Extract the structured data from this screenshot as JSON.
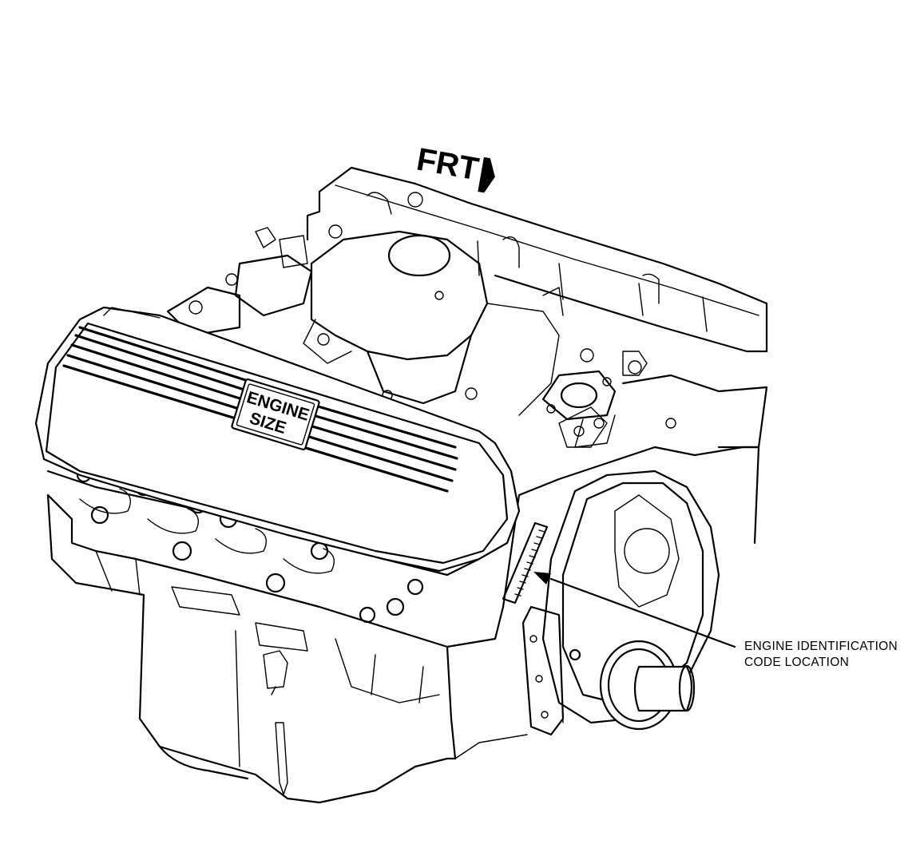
{
  "front_marker": {
    "label": "FRT",
    "icon": "direction-arrow-icon"
  },
  "valve_cover_badge": {
    "line1": "ENGINE",
    "line2": "SIZE"
  },
  "callout": {
    "line1": "ENGINE IDENTIFICATION",
    "line2": "CODE LOCATION"
  },
  "colors": {
    "ink": "#000000",
    "paper": "#ffffff"
  }
}
